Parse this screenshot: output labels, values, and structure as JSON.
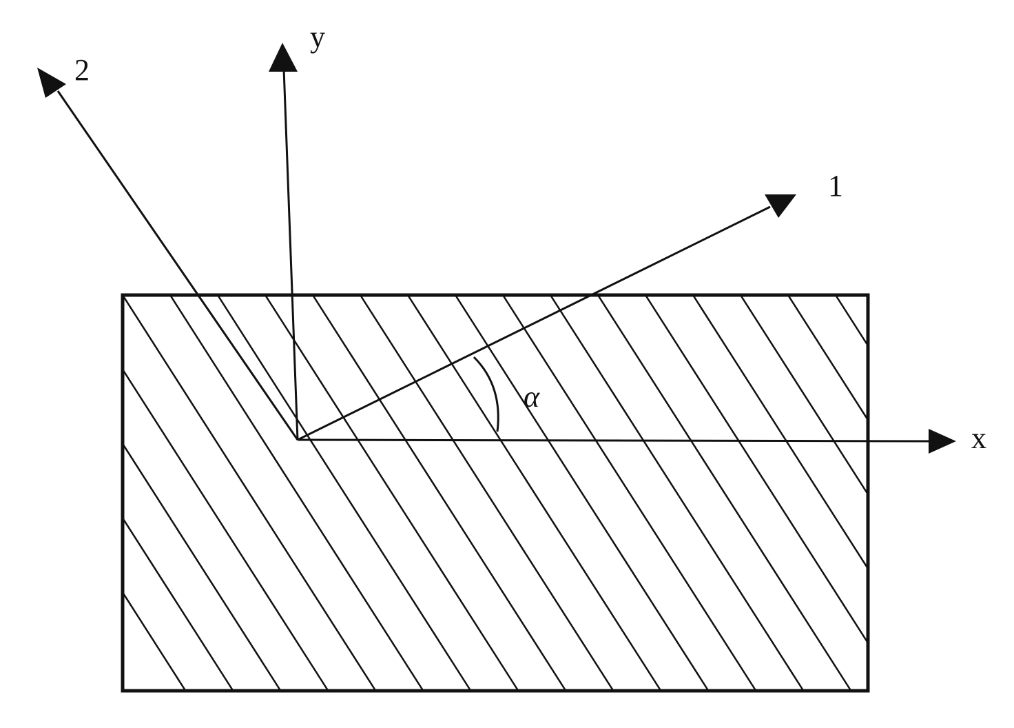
{
  "diagram": {
    "axes": {
      "x": {
        "label": "x"
      },
      "y": {
        "label": "y"
      },
      "axis_1": {
        "label": "1"
      },
      "axis_2": {
        "label": "2"
      }
    },
    "angle": {
      "label": "α"
    },
    "colors": {
      "stroke": "#111111",
      "fill": "#ffffff"
    }
  }
}
